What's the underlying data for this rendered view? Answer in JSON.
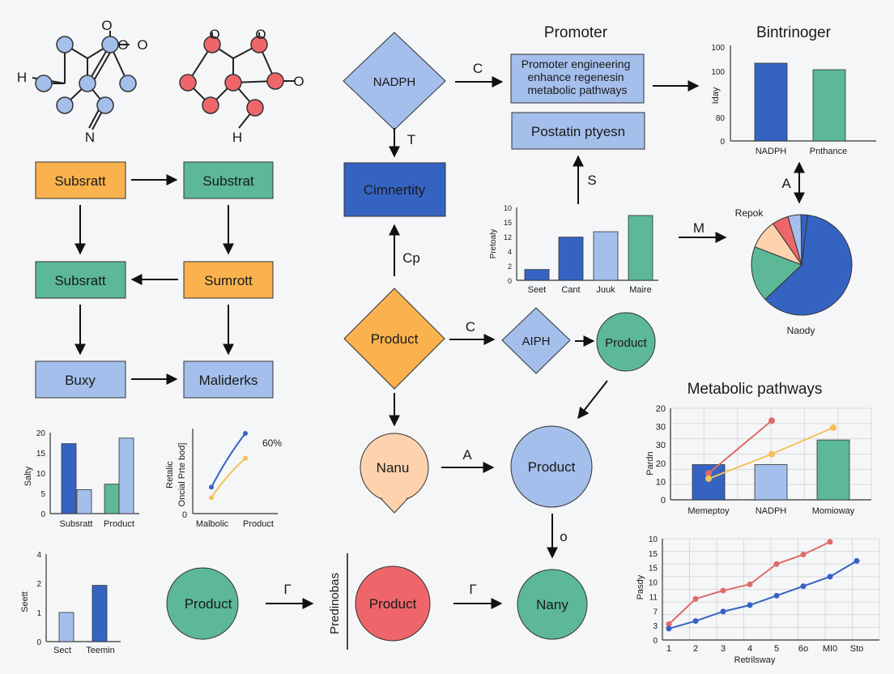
{
  "colors": {
    "orange": "#f9b24e",
    "teal": "#5cb896",
    "light_blue": "#a5bfec",
    "blue": "#3563c2",
    "red": "#ee6669",
    "peach": "#fdd2ad",
    "yellow": "#f4c15a",
    "stroke": "#111111",
    "axis": "#333333"
  },
  "molecules": {
    "left": {
      "labels": [
        "O",
        "O",
        "O",
        "H",
        "N"
      ]
    },
    "right": {
      "labels": [
        "O",
        "O",
        "O",
        "H"
      ]
    }
  },
  "nodes": {
    "n1": "Subsratt",
    "n2": "Substrat",
    "n3": "Subsratt",
    "n4": "Sumrott",
    "n5": "Buxy",
    "n6": "Maliderks",
    "n7": "NADPH",
    "n8": "Cimnertity",
    "n9": "Product",
    "n10": "AIPH",
    "n11": "Product",
    "n12": "Nanu",
    "n13": "Product",
    "n14": "Product",
    "n15": "Product",
    "n16": "Nany",
    "n17": "Promoter engineering\nenhance regenesin\nmetabolic pathways",
    "n18": "Postatin ptyesn"
  },
  "edge_labels": {
    "e1": "C",
    "e2": "T",
    "e3": "Cp",
    "e4": "S",
    "e5": "C",
    "e6": "A",
    "e7": "o",
    "e8": "Γ",
    "e9": "Γ",
    "e10": "M",
    "e11": "A"
  },
  "headings": {
    "promoter": "Promoter",
    "bintrinoger": "Bintrinoger",
    "metabolic": "Metabolic pathways",
    "predinoba": "Predinobas"
  },
  "chart_data": [
    {
      "id": "c1",
      "type": "bar",
      "categories": [
        "Subsratt",
        "Product"
      ],
      "series": [
        {
          "values": [
            19,
            6.5
          ]
        },
        {
          "values": [
            8,
            20.5
          ]
        }
      ],
      "series_colors": [
        "#3563c2",
        "#a5bfec",
        "#5cb896",
        "#a5bfec"
      ],
      "bars": [
        19,
        6.5,
        8,
        20.5
      ],
      "yticks": [
        "20",
        "15",
        "10",
        "5",
        "0"
      ],
      "ylabel": "Salty",
      "ylim": [
        0,
        22
      ]
    },
    {
      "id": "c2",
      "type": "line",
      "xticks": [
        "Malbolic",
        "Product"
      ],
      "ylabel": "Retalic\nOncial Prte bod]",
      "yticks": [
        "0"
      ],
      "annotation": "60%",
      "series": [
        {
          "x": [
            0,
            1
          ],
          "y": [
            0.18,
            1.0
          ],
          "color": "#3563c2"
        },
        {
          "x": [
            0,
            1
          ],
          "y": [
            0.02,
            0.62
          ],
          "color": "#f4c15a"
        }
      ]
    },
    {
      "id": "c3",
      "type": "bar",
      "categories": [
        "Sect",
        "Teemin"
      ],
      "values": [
        1.4,
        2.7
      ],
      "colors": [
        "#a5bfec",
        "#3563c2"
      ],
      "yticks": [
        "4",
        "2",
        "1",
        "0"
      ],
      "ylabel": "Seett",
      "ylim": [
        0,
        4.2
      ]
    },
    {
      "id": "c4",
      "type": "bar",
      "categories": [
        "Seet",
        "Cant",
        "Juuk",
        "Maire"
      ],
      "values": [
        2,
        8,
        9,
        12
      ],
      "colors": [
        "#3563c2",
        "#3563c2",
        "#a5bfec",
        "#5cb896"
      ],
      "yticks": [
        "10",
        "15",
        "12",
        "4",
        "2",
        "0"
      ],
      "ylabel": "Pretoaly",
      "ylim": [
        0,
        14
      ]
    },
    {
      "id": "c5",
      "type": "bar",
      "categories": [
        "NADPH",
        "Pnthance"
      ],
      "values": [
        120,
        110
      ],
      "colors": [
        "#3563c2",
        "#5cb896"
      ],
      "yticks": [
        "100",
        "100",
        "80",
        "0"
      ],
      "ylabel": "Iday",
      "ylim": [
        0,
        150
      ]
    },
    {
      "id": "c6",
      "type": "pie",
      "labels": [
        "Repok",
        "Naody"
      ],
      "values": [
        58,
        17,
        9,
        5,
        4,
        2
      ],
      "colors": [
        "#3563c2",
        "#5cb896",
        "#fdd2ad",
        "#ee6669",
        "#a5bfec",
        "#3563c2"
      ]
    },
    {
      "id": "c7",
      "type": "bar",
      "categories": [
        "Memeptoy",
        "NADPH",
        "Momioway"
      ],
      "values": [
        20,
        20,
        34
      ],
      "colors": [
        "#3563c2",
        "#a5bfec",
        "#5cb896"
      ],
      "yticks": [
        "20",
        "30",
        "30",
        "20",
        "10",
        "0"
      ],
      "ylabel": "Pardn",
      "ylim": [
        0,
        52
      ],
      "series": [
        {
          "x": [
            0,
            1
          ],
          "y": [
            15,
            45
          ],
          "color": "#e06a6a"
        },
        {
          "x": [
            0,
            1,
            2
          ],
          "y": [
            12,
            26,
            41
          ],
          "color": "#f4c15a"
        }
      ]
    },
    {
      "id": "c8",
      "type": "line",
      "xticks": [
        "1",
        "2",
        "3",
        "4",
        "5",
        "6o",
        "MI0",
        "Sto"
      ],
      "yticks": [
        "10",
        "15",
        "15",
        "10",
        "11",
        "7",
        "3",
        "0"
      ],
      "ylabel": "Pasdy",
      "xlabel": "Retrilsway",
      "ylim": [
        0,
        16
      ],
      "series": [
        {
          "x": [
            0,
            1,
            2,
            3,
            4,
            5,
            6
          ],
          "y": [
            2.5,
            6.5,
            7.8,
            8.8,
            12,
            13.5,
            15.5
          ],
          "color": "#e06a6a"
        },
        {
          "x": [
            0,
            1,
            2,
            3,
            4,
            5,
            6,
            7
          ],
          "y": [
            1.8,
            3,
            4.5,
            5.5,
            7,
            8.5,
            10,
            12.5
          ],
          "color": "#3563c2"
        }
      ]
    }
  ]
}
